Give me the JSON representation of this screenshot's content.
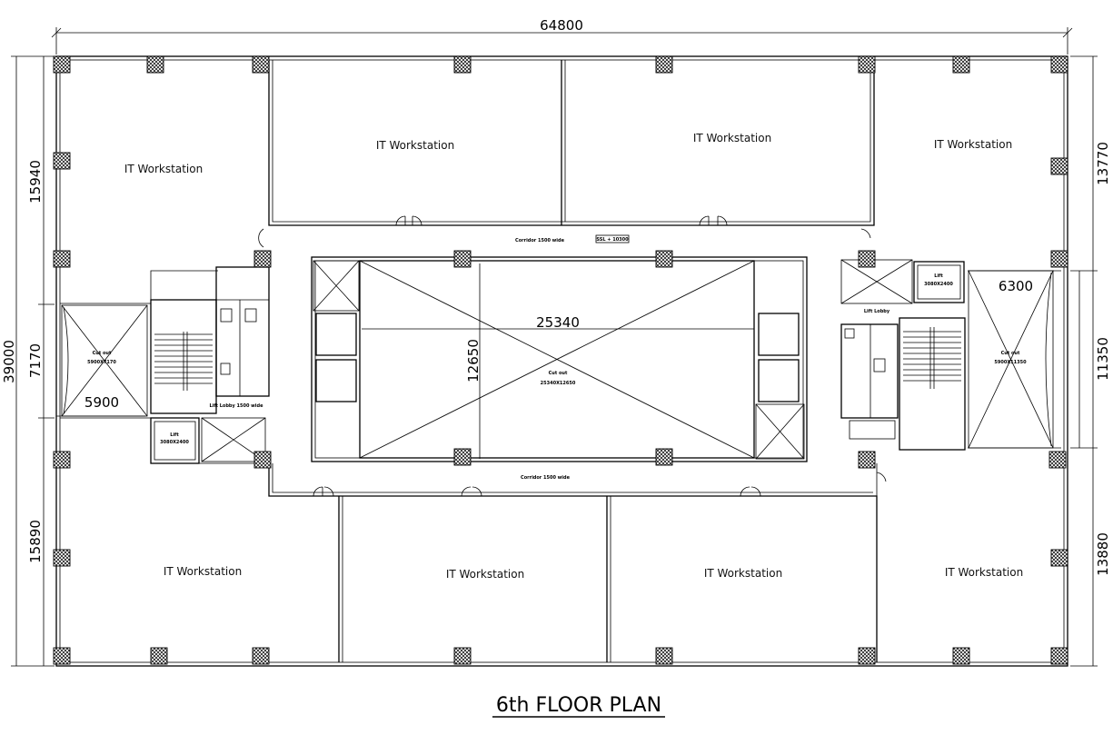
{
  "title": "6th FLOOR PLAN",
  "dimensions": {
    "overall_width": "64800",
    "overall_depth": "39000",
    "left_top": "15940",
    "left_middle": "7170",
    "left_bottom": "15890",
    "right_top": "13770",
    "right_middle": "11350",
    "right_bottom": "13880",
    "left_cutout_width": "5900",
    "right_cutout_width": "6300",
    "central_cutout_width": "25340",
    "central_cutout_depth": "12650"
  },
  "rooms": {
    "top_left": "IT Workstation",
    "top_mid_left": "IT Workstation",
    "top_mid_right": "IT Workstation",
    "top_right": "IT Workstation",
    "bottom_left": "IT Workstation",
    "bottom_mid_left": "IT Workstation",
    "bottom_mid_right": "IT Workstation",
    "bottom_right": "IT Workstation"
  },
  "small_labels": {
    "left_cutout": "Cut out",
    "left_cutout_size": "5900X7170",
    "right_cutout": "Cut out",
    "right_cutout_size": "5900X11350",
    "central_cutout": "Cut out",
    "central_cutout_size": "25340X12650",
    "corridor_top": "Corridor 1500 wide",
    "corridor_bottom": "Corridor 1500 wide",
    "lift": "Lift",
    "lift_size": "3080X2400",
    "lift_lobby": "Lift Lobby 1500 wide",
    "lift_lobby_right": "Lift Lobby",
    "level_tag": "SSL + 10300"
  }
}
